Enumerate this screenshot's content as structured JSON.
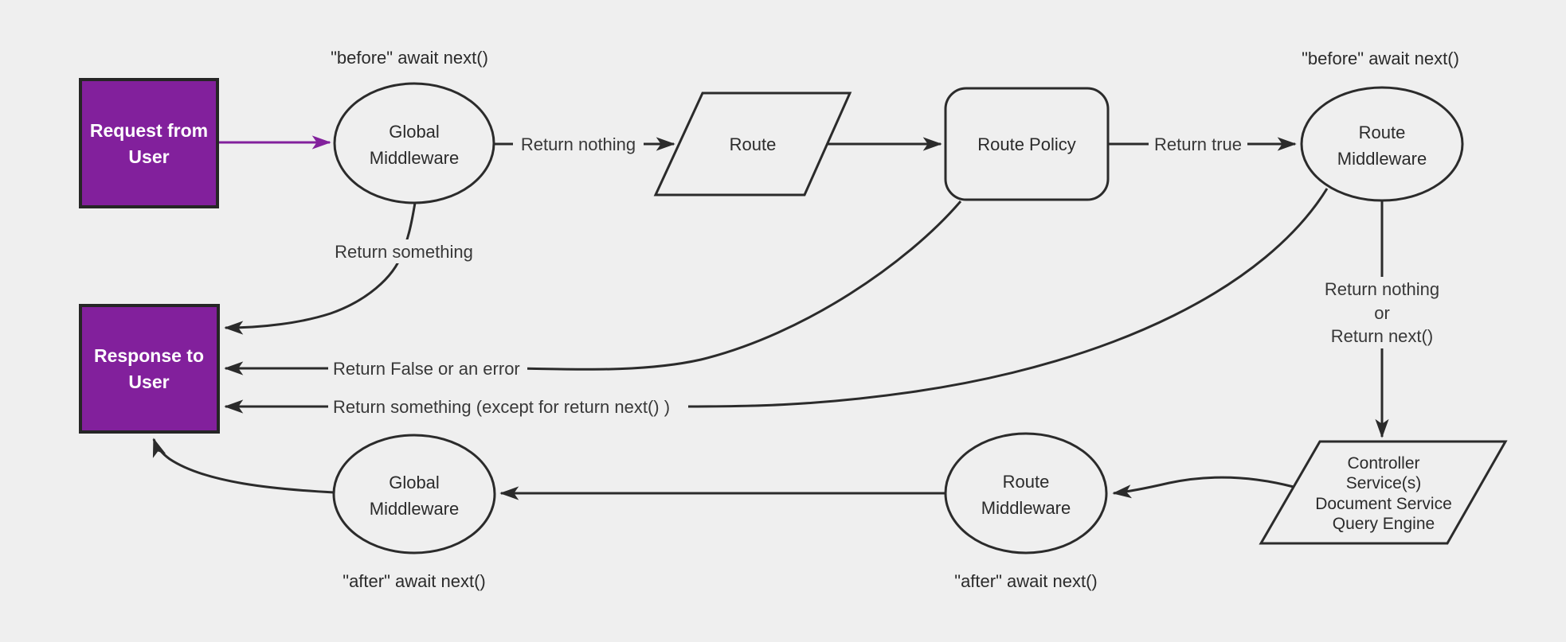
{
  "background": "#efefef",
  "colors": {
    "accent_purple": "#82209c",
    "stroke": "#2b2b2b",
    "label_text": "#383838",
    "node_text": "#2b2b2b",
    "box_text": "#ffffff"
  },
  "nodes": {
    "request": {
      "shape": "rectangle",
      "line1": "Request from",
      "line2": "User"
    },
    "response": {
      "shape": "rectangle",
      "line1": "Response to",
      "line2": "User"
    },
    "global_middleware_top": {
      "shape": "ellipse",
      "line1": "Global",
      "line2": "Middleware",
      "annotation": "\"before\" await next()"
    },
    "route": {
      "shape": "parallelogram",
      "label": "Route"
    },
    "route_policy": {
      "shape": "rounded-rectangle",
      "label": "Route Policy"
    },
    "route_middleware_top": {
      "shape": "ellipse",
      "line1": "Route",
      "line2": "Middleware",
      "annotation": "\"before\" await next()"
    },
    "controller": {
      "shape": "parallelogram",
      "lines": [
        "Controller",
        "Service(s)",
        "Document Service",
        "Query Engine"
      ]
    },
    "route_middleware_bottom": {
      "shape": "ellipse",
      "line1": "Route",
      "line2": "Middleware",
      "annotation": "\"after\" await next()"
    },
    "global_middleware_bottom": {
      "shape": "ellipse",
      "line1": "Global",
      "line2": "Middleware",
      "annotation": "\"after\" await next()"
    }
  },
  "edges": {
    "request_to_global": {
      "from": "request",
      "to": "global_middleware_top",
      "label": ""
    },
    "global_to_route": {
      "from": "global_middleware_top",
      "to": "route",
      "label": "Return nothing"
    },
    "route_to_policy": {
      "from": "route",
      "to": "route_policy",
      "label": ""
    },
    "policy_to_route_mw": {
      "from": "route_policy",
      "to": "route_middleware_top",
      "label": "Return true"
    },
    "global_to_response": {
      "from": "global_middleware_top",
      "to": "response",
      "label": "Return something"
    },
    "policy_to_response": {
      "from": "route_policy",
      "to": "response",
      "label": "Return False or an error"
    },
    "route_mw_to_response": {
      "from": "route_middleware_top",
      "to": "response",
      "label": "Return something (except for return next() )"
    },
    "route_mw_to_controller": {
      "from": "route_middleware_top",
      "to": "controller",
      "label_line1": "Return nothing",
      "label_line2": "or",
      "label_line3": "Return next()"
    },
    "controller_to_route_mw_bottom": {
      "from": "controller",
      "to": "route_middleware_bottom",
      "label": ""
    },
    "route_mw_bottom_to_global_bottom": {
      "from": "route_middleware_bottom",
      "to": "global_middleware_bottom",
      "label": ""
    },
    "global_bottom_to_response": {
      "from": "global_middleware_bottom",
      "to": "response",
      "label": ""
    }
  }
}
